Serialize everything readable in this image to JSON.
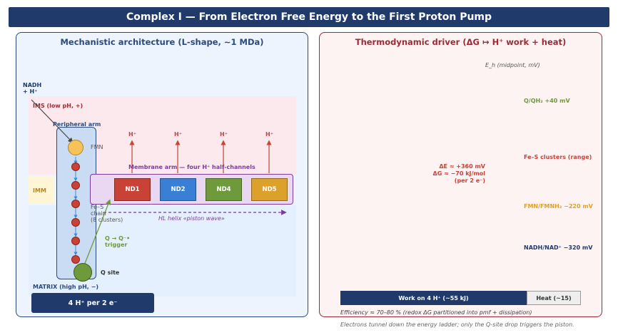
{
  "header": {
    "title": "Complex I — From Electron Free Energy to the First Proton Pump"
  },
  "left_panel": {
    "title": "Mechanistic architecture (L-shape, ~1 MDa)",
    "nadh_label": "NADH\n+ H⁺",
    "ims_label": "IMS (low pH, +)",
    "peripheral_arm_label": "Peripheral arm",
    "fmn_label": "FMN",
    "imm_label": "IMM",
    "membrane_arm_label": "Membrane arm —  four H⁺ half-channels",
    "proton_label": "H⁺",
    "modules": [
      {
        "name": "ND1",
        "color": "#c94236"
      },
      {
        "name": "ND2",
        "color": "#3a7fd6"
      },
      {
        "name": "ND4",
        "color": "#6f9a3c"
      },
      {
        "name": "ND5",
        "color": "#dca12b"
      }
    ],
    "fes_chain_label": "Fe–S\nchain\n(8 clusters)",
    "hl_helix_label": "HL helix  «piston wave»",
    "trigger_label": "Q → Q⁻•\ntrigger",
    "qsite_label": "Q site",
    "matrix_label": "MATRIX (high pH, −)",
    "stoichiometry": "4 H⁺  per  2 e⁻"
  },
  "right_panel": {
    "title": "Thermodynamic driver  (ΔG ↦ H⁺ work + heat)",
    "axis_label": "E_h (midpoint, mV)",
    "levels": [
      {
        "label": "Q/QH₂   +40 mV",
        "color": "#6f9a3c"
      },
      {
        "label": "Fe–S clusters (range)",
        "color": "#c94236"
      },
      {
        "label": "FMN/FMNH₂   −220 mV",
        "color": "#dca12b"
      },
      {
        "label": "NADH/NAD⁺   −320 mV",
        "color": "#1f3a6b"
      }
    ],
    "delta_text": "ΔE ≈ +360 mV\nΔG ≈ −70 kJ/mol\n(per 2 e⁻)",
    "work_label": "Work on 4 H⁺  (~55 kJ)",
    "heat_label": "Heat (~15)",
    "efficiency_text": "Efficiency ≈ 70–80 %  (redox ΔG partitioned into pmf + dissipation)",
    "caption": "Electrons tunnel down the energy ladder; only the Q-site drop triggers the piston."
  }
}
